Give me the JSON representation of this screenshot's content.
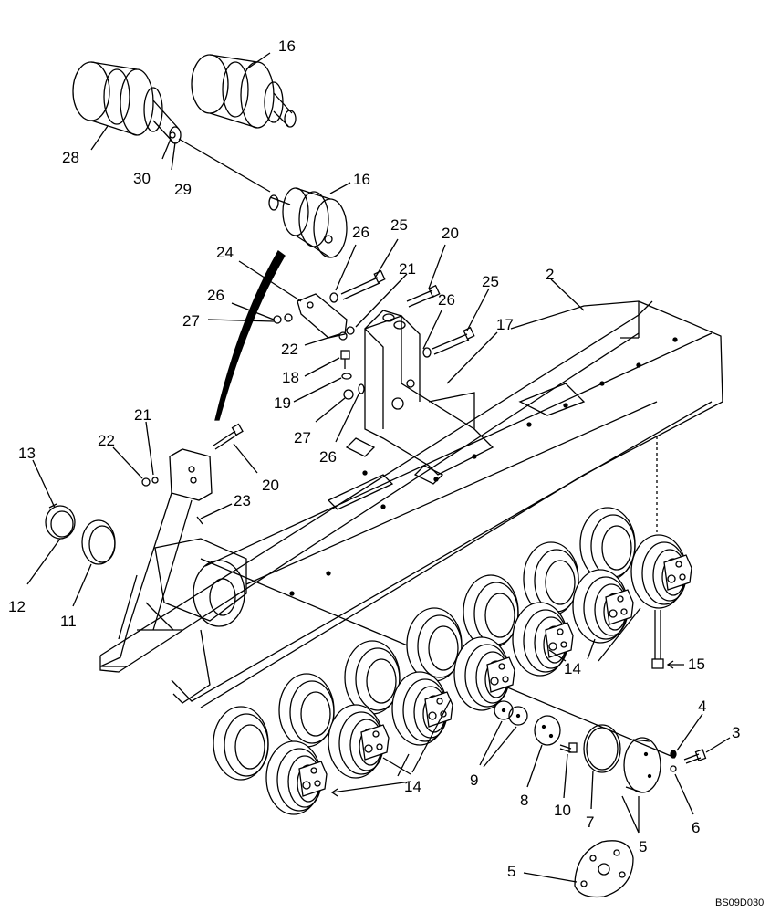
{
  "diagram": {
    "drawing_code": "BS09D030",
    "callouts": [
      {
        "id": "c16a",
        "text": "16"
      },
      {
        "id": "c28",
        "text": "28"
      },
      {
        "id": "c30",
        "text": "30"
      },
      {
        "id": "c29",
        "text": "29"
      },
      {
        "id": "c16b",
        "text": "16"
      },
      {
        "id": "c26a",
        "text": "26"
      },
      {
        "id": "c25a",
        "text": "25"
      },
      {
        "id": "c20a",
        "text": "20"
      },
      {
        "id": "c24",
        "text": "24"
      },
      {
        "id": "c21a",
        "text": "21"
      },
      {
        "id": "c2",
        "text": "2"
      },
      {
        "id": "c26b",
        "text": "26"
      },
      {
        "id": "c25b",
        "text": "25"
      },
      {
        "id": "c26c",
        "text": "26"
      },
      {
        "id": "c27a",
        "text": "27"
      },
      {
        "id": "c17",
        "text": "17"
      },
      {
        "id": "c22a",
        "text": "22"
      },
      {
        "id": "c18",
        "text": "18"
      },
      {
        "id": "c19",
        "text": "19"
      },
      {
        "id": "c27b",
        "text": "27"
      },
      {
        "id": "c26d",
        "text": "26"
      },
      {
        "id": "c21b",
        "text": "21"
      },
      {
        "id": "c22b",
        "text": "22"
      },
      {
        "id": "c13",
        "text": "13"
      },
      {
        "id": "c20b",
        "text": "20"
      },
      {
        "id": "c23",
        "text": "23"
      },
      {
        "id": "c12",
        "text": "12"
      },
      {
        "id": "c11",
        "text": "11"
      },
      {
        "id": "c15",
        "text": "15"
      },
      {
        "id": "c14a",
        "text": "14"
      },
      {
        "id": "c4",
        "text": "4"
      },
      {
        "id": "c3",
        "text": "3"
      },
      {
        "id": "c9",
        "text": "9"
      },
      {
        "id": "c14b",
        "text": "14"
      },
      {
        "id": "c8",
        "text": "8"
      },
      {
        "id": "c10",
        "text": "10"
      },
      {
        "id": "c7",
        "text": "7"
      },
      {
        "id": "c5a",
        "text": "5"
      },
      {
        "id": "c6",
        "text": "6"
      },
      {
        "id": "c5b",
        "text": "5"
      }
    ]
  }
}
